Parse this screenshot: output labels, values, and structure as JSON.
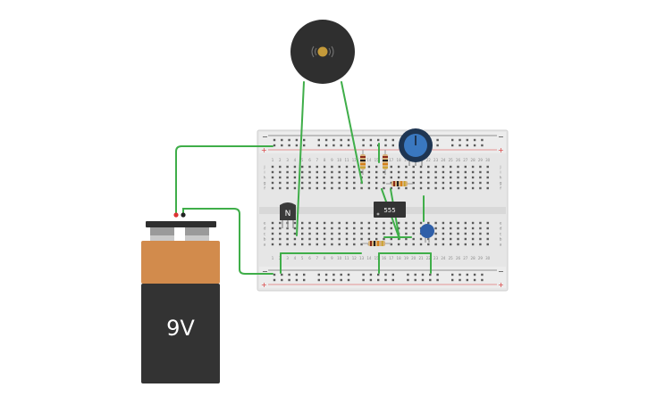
{
  "battery": {
    "label": "9V",
    "top_color": "#d28b4c",
    "body_color": "#333333",
    "cap_color": "#2e2e2e"
  },
  "transistor": {
    "label": "N"
  },
  "timer_ic": {
    "label": "555"
  },
  "breadboard": {
    "column_count": 30,
    "rail_labels": {
      "minus": "−",
      "plus": "+"
    },
    "row_letters_top": [
      "j",
      "i",
      "h",
      "g",
      "f"
    ],
    "row_letters_bottom": [
      "e",
      "d",
      "c",
      "b",
      "a"
    ],
    "column_numbers": [
      "1",
      "2",
      "3",
      "4",
      "5",
      "6",
      "7",
      "8",
      "9",
      "10",
      "11",
      "12",
      "13",
      "14",
      "15",
      "16",
      "17",
      "18",
      "19",
      "20",
      "21",
      "22",
      "23",
      "24",
      "25",
      "26",
      "27",
      "28",
      "29",
      "30"
    ],
    "body_color": "#e6e6e6",
    "rail_red": "#d93a3a",
    "rail_blue": "#333333"
  },
  "wire_color": "#3fae49",
  "buzzer": {
    "body_color": "#2f2f2f",
    "center_color": "#c49a3a"
  },
  "potentiometer": {
    "knob_color": "#3a78c0",
    "ring_color": "#1e3552"
  },
  "capacitor": {
    "color": "#2f5fa8"
  }
}
